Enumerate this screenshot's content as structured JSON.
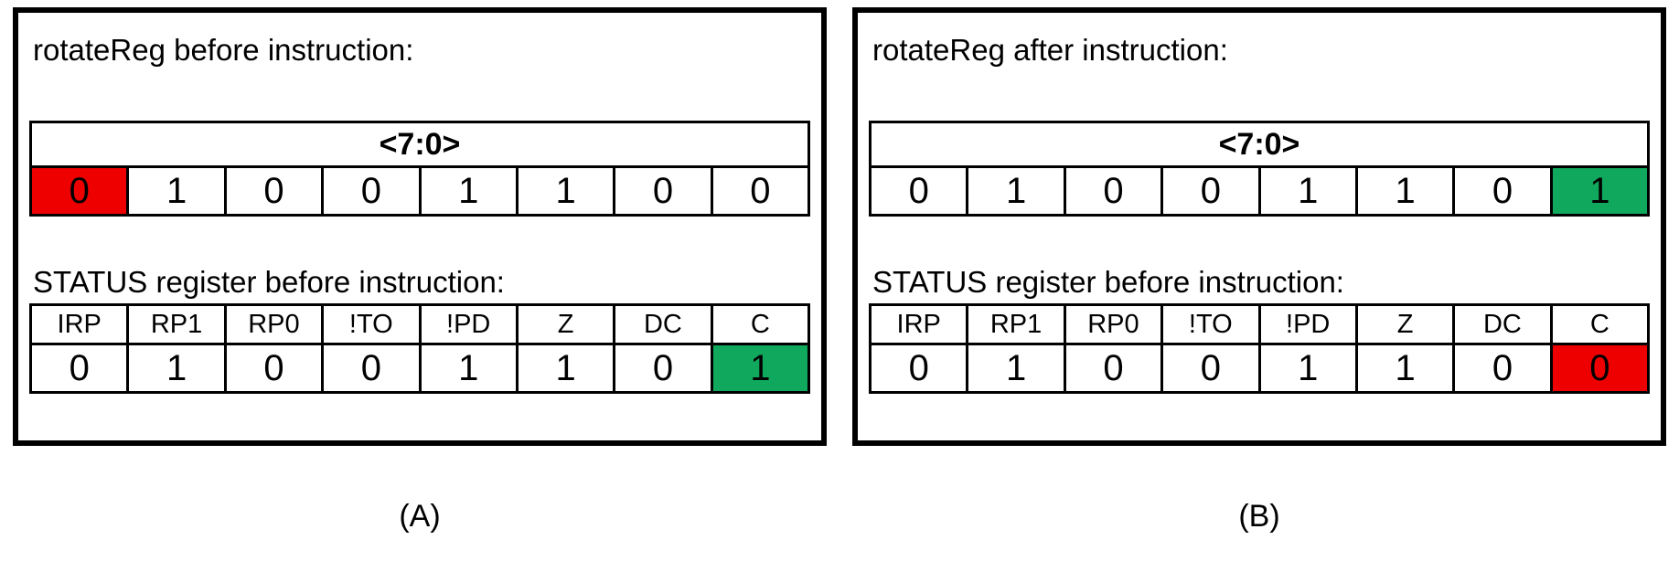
{
  "colors": {
    "red": "#ee0000",
    "green": "#10a85c",
    "border": "#000000"
  },
  "panels": [
    {
      "id": "A",
      "title": "rotateReg before instruction:",
      "register_table": {
        "header": "<7:0>",
        "bits": [
          "0",
          "1",
          "0",
          "0",
          "1",
          "1",
          "0",
          "0"
        ],
        "highlight": {
          "index": 0,
          "color": "red"
        }
      },
      "status_label": "STATUS register before instruction:",
      "status_table": {
        "headers": [
          "IRP",
          "RP1",
          "RP0",
          "!TO",
          "!PD",
          "Z",
          "DC",
          "C"
        ],
        "values": [
          "0",
          "1",
          "0",
          "0",
          "1",
          "1",
          "0",
          "1"
        ],
        "highlight": {
          "index": 7,
          "color": "green"
        }
      },
      "caption": "(A)"
    },
    {
      "id": "B",
      "title": "rotateReg after instruction:",
      "register_table": {
        "header": "<7:0>",
        "bits": [
          "0",
          "1",
          "0",
          "0",
          "1",
          "1",
          "0",
          "1"
        ],
        "highlight": {
          "index": 7,
          "color": "green"
        }
      },
      "status_label": "STATUS register before instruction:",
      "status_table": {
        "headers": [
          "IRP",
          "RP1",
          "RP0",
          "!TO",
          "!PD",
          "Z",
          "DC",
          "C"
        ],
        "values": [
          "0",
          "1",
          "0",
          "0",
          "1",
          "1",
          "0",
          "0"
        ],
        "highlight": {
          "index": 7,
          "color": "red"
        }
      },
      "caption": "(B)"
    }
  ]
}
